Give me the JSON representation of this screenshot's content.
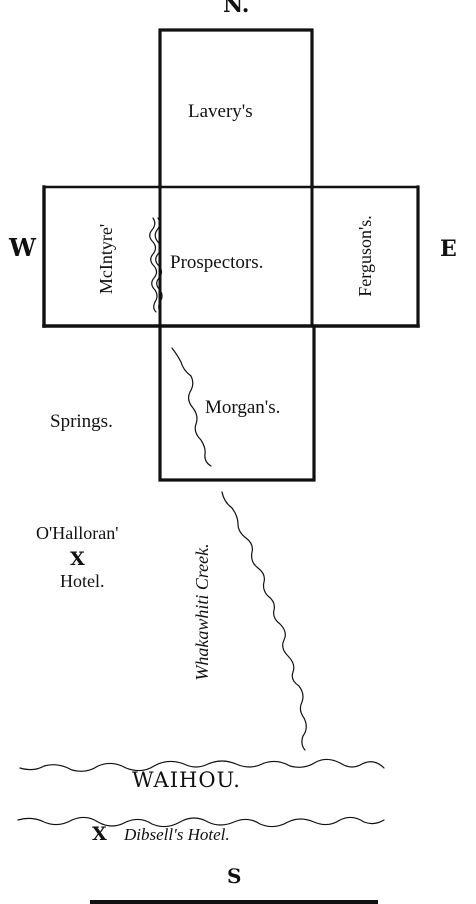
{
  "compass": {
    "north": "N.",
    "south": "S",
    "west": "W",
    "east": "E"
  },
  "claims": {
    "laverys": "Lavery's",
    "mcintyres": "McIntyre'",
    "prospectors": "Prospectors.",
    "fergusons": "Ferguson's.",
    "morgans": "Morgan's."
  },
  "places": {
    "springs": "Springs.",
    "ohalloran_line1": "O'Halloran'",
    "ohalloran_marker": "X",
    "ohalloran_line2": "Hotel.",
    "creek": "Whakawhiti Creek.",
    "river": "WAIHOU.",
    "dibsell_marker": "X",
    "dibsell_name": "Dibsell's Hotel."
  },
  "colors": {
    "ink": "#111111",
    "paper": "#ffffff"
  }
}
